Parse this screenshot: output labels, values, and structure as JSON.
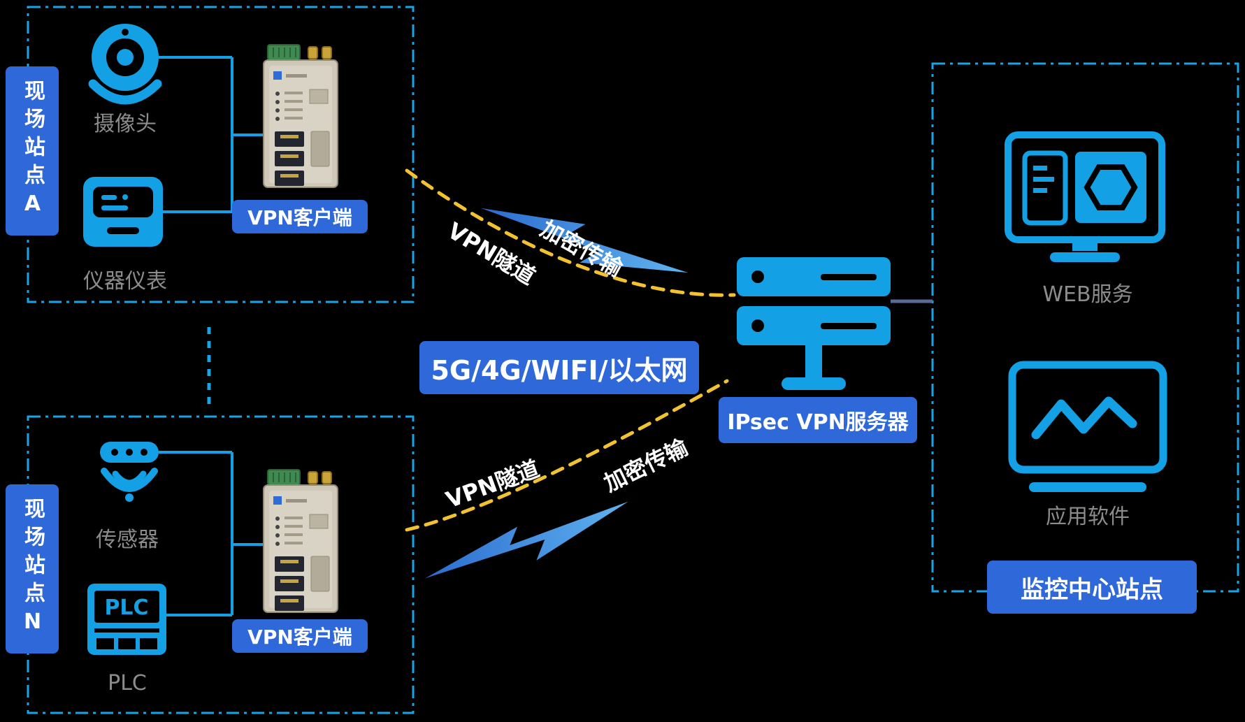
{
  "colors": {
    "accent_cyan": "#14A0E4",
    "label_blue": "#2E68D9",
    "dash_yellow": "#F2C230",
    "gray_text": "#8C8C8C",
    "background": "#000000"
  },
  "site_a": {
    "vertical_label": "现场站点A",
    "camera_label": "摄像头",
    "instrument_label": "仪器仪表",
    "vpn_client_label": "VPN客户端"
  },
  "site_n": {
    "vertical_label": "现场站点N",
    "sensor_label": "传感器",
    "plc_icon_text": "PLC",
    "plc_label": "PLC",
    "vpn_client_label": "VPN客户端"
  },
  "links": {
    "network_label": "5G/4G/WIFI/以太网",
    "server_label": "IPsec VPN服务器",
    "tunnel_label_top": "VPN隧道",
    "encrypt_label_top": "加密传输",
    "tunnel_label_bottom": "VPN隧道",
    "encrypt_label_bottom": "加密传输"
  },
  "monitoring": {
    "web_label": "WEB服务",
    "app_label": "应用软件",
    "center_label": "监控中心站点"
  }
}
